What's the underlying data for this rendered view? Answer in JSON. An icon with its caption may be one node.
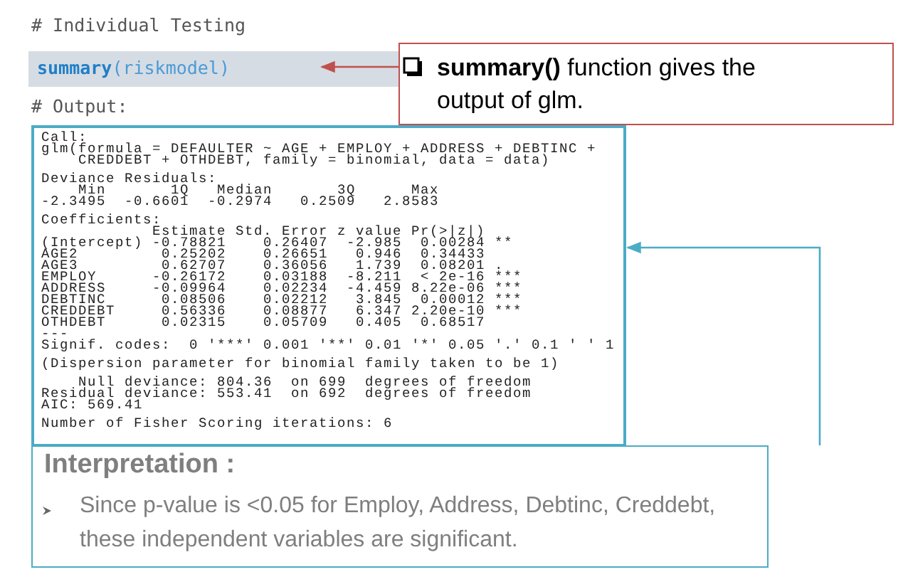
{
  "diagram": {
    "nodes": [
      {
        "text": [
          "**summary**(riskmodel)"
        ]
      },
      {
        "text": [
          "**summary()** function gives the output of glm."
        ]
      },
      {
        "text": [
          "Call:",
          "glm(formula = DEFAULTER ~ AGE + EMPLOY + ADDRESS + DEBTINC +",
          "    CREDDEBT + OTHDEBT, family = binomial, data = data)",
          "Deviance Residuals:",
          "    Min       1Q   Median       3Q      Max",
          "-2.3495  -0.6601  -0.2974   0.2509   2.8583",
          "Coefficients:",
          "            Estimate Std. Error z value Pr(>|z|)",
          "(Intercept) -0.78821    0.26407  -2.985  0.00284 **",
          "AGE2         0.25202    0.26651   0.946  0.34433",
          "AGE3         0.62707    0.36056   1.739  0.08201 .",
          "EMPLOY      -0.26172    0.03188  -8.211  < 2e-16 ***",
          "ADDRESS     -0.09964    0.02234  -4.459 8.22e-06 ***",
          "DEBTINC      0.08506    0.02212   3.845  0.00012 ***",
          "CREDDEBT     0.56336    0.08877   6.347 2.20e-10 ***",
          "OTHDEBT      0.02315    0.05709   0.405  0.68517",
          "---",
          "Signif. codes:  0 '***' 0.001 '**' 0.01 '*' 0.05 '.' 0.1 ' ' 1",
          "(Dispersion parameter for binomial family taken to be 1)",
          "    Null deviance: 804.36  on 699  degrees of freedom",
          "Residual deviance: 553.41  on 692  degrees of freedom",
          "AIC: 569.41",
          "Number of Fisher Scoring iterations: 6"
        ]
      },
      {
        "text": [
          "Interpretation :",
          "Since p-value is <0.05 for Employ, Address, Debtinc, Creddebt, these independent variables are significant."
        ]
      }
    ],
    "edges": [
      {
        "from": 1,
        "to": 0,
        "arrow": "to",
        "color": "#c0504d"
      },
      {
        "from": 3,
        "to": 2,
        "arrow": "to",
        "color": "#4bacc6"
      }
    ],
    "labels": [
      "# Individual Testing",
      "# Output:"
    ]
  }
}
